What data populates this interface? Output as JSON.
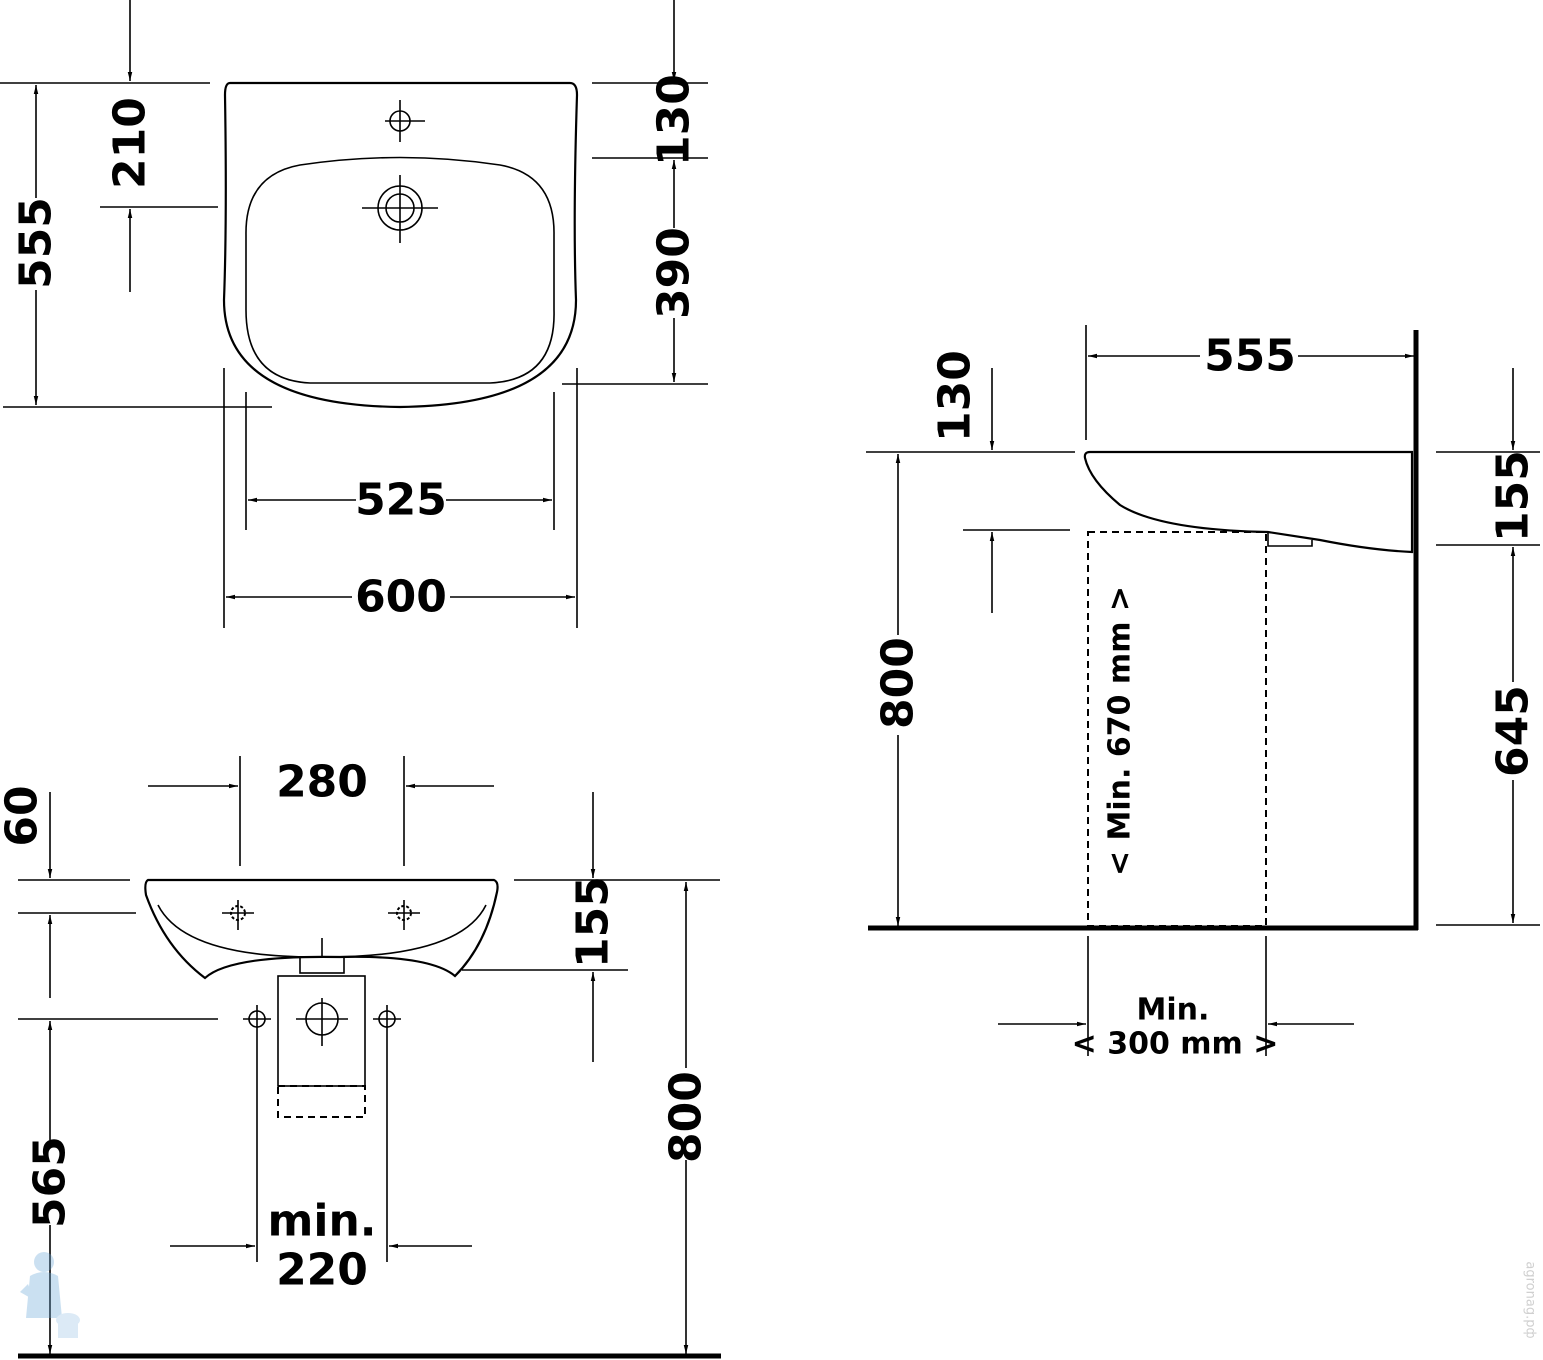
{
  "top_view": {
    "dims": {
      "depth": "555",
      "tap_offset": "210",
      "rim_front": "130",
      "bowl_depth": "390",
      "bowl_width": "525",
      "overall_width": "600"
    }
  },
  "front_view": {
    "dims": {
      "tap_spacing": "280",
      "rim_offset": "60",
      "bowl_height": "155",
      "waste_height": "565",
      "height": "800",
      "pedestal_label_1": "min.",
      "pedestal_label_2": "220"
    }
  },
  "side_view": {
    "dims": {
      "projection": "555",
      "rim_front": "130",
      "bowl_height": "155",
      "below_height": "645",
      "height": "800",
      "clearance_height": "< Min. 670 mm >",
      "clearance_width_1": "Min.",
      "clearance_width_2": "< 300 mm >"
    }
  },
  "watermark": {
    "text": "agronag.pф"
  }
}
